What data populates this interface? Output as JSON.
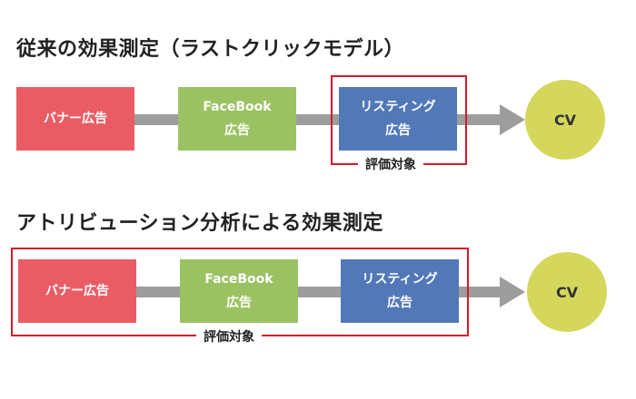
{
  "section1": {
    "title": "従来の効果測定（ラストクリックモデル）",
    "nodes": [
      {
        "line1": "バナー広告",
        "line2": ""
      },
      {
        "line1": "FaceBook",
        "line2": "広告"
      },
      {
        "line1": "リスティング",
        "line2": "広告"
      }
    ],
    "goal": "CV",
    "evaluation_label": "評価対象"
  },
  "section2": {
    "title": "アトリビューション分析による効果測定",
    "nodes": [
      {
        "line1": "バナー広告",
        "line2": ""
      },
      {
        "line1": "FaceBook",
        "line2": "広告"
      },
      {
        "line1": "リスティング",
        "line2": "広告"
      }
    ],
    "goal": "CV",
    "evaluation_label": "評価対象"
  },
  "colors": {
    "banner": "#ea5c64",
    "facebook": "#9bc262",
    "listing": "#5378b8",
    "cv": "#d5d75c",
    "arrow": "#9d9d9d",
    "frame": "#d21a2a"
  }
}
